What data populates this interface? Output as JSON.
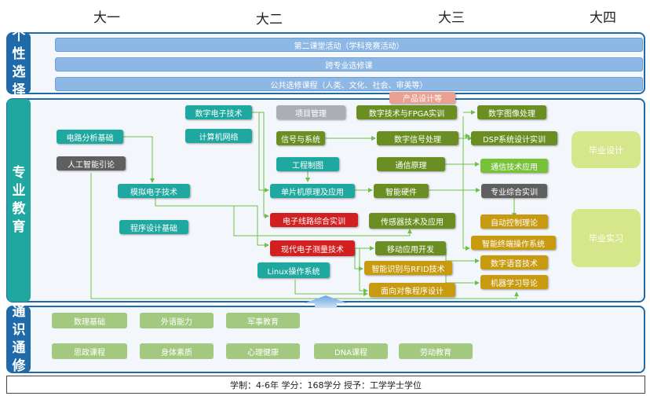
{
  "years": [
    "大一",
    "大二",
    "大三",
    "大四"
  ],
  "sections": {
    "personal": "个性选择",
    "professional": "专业教育",
    "general": "通识通修"
  },
  "electives": [
    "第二课堂活动（学科竞赛活动）",
    "跨专业选修课",
    "公共选修课程（人类、文化、社会、审美等）"
  ],
  "courses": {
    "digital_electronics": "数字电子技术",
    "computer_network": "计算机网络",
    "project_management": "项目管理",
    "signals_systems": "信号与系统",
    "engineering_drawing": "工程制图",
    "mcu_principles": "单片机原理及应用",
    "electronic_circuit_training": "电子线路综合实训",
    "sensor_tech": "传感器技术及应用",
    "modern_measurement": "现代电子测量技术",
    "mobile_dev": "移动应用开发",
    "linux_os": "Linux操作系统",
    "rfid": "智能识别与RFID技术",
    "oop": "面向对象程序设计",
    "circuit_analysis": "电路分析基础",
    "ai_intro": "人工智能引论",
    "analog_electronics": "模拟电子技术",
    "programming_basics": "程序设计基础",
    "product_design": "产品设计等",
    "fpga_training": "数字技术与FPGA实训",
    "dsp": "数字信号处理",
    "comm_principles": "通信原理",
    "smart_hardware": "智能硬件",
    "image_processing": "数字图像处理",
    "dsp_system_training": "DSP系统设计实训",
    "comm_tech_app": "通信技术应用",
    "professional_training": "专业综合实训",
    "automatic_control": "自动控制理论",
    "smart_terminal_os": "智能终端操作系统",
    "digital_speech": "数字语音技术",
    "machine_learning": "机器学习导论"
  },
  "graduation": {
    "design": "毕业设计",
    "internship": "毕业实习"
  },
  "general_courses": {
    "math": "数理基础",
    "foreign_language": "外语能力",
    "military": "军事教育",
    "political": "思政课程",
    "physical": "身体素质",
    "mental": "心理健康",
    "dna": "DNA课程",
    "labor": "劳动教育"
  },
  "footer": "学制：4-6年   学分：168学分   授予：工学学士学位",
  "colors": {
    "section_border": "#1f6aa8",
    "teal": "#1fa8a0",
    "olive": "#6b8e23",
    "gold": "#c89a10",
    "red": "#d21f1f",
    "arrow_green": "#6cc04a",
    "arrow_up": "#9ec3ea"
  }
}
